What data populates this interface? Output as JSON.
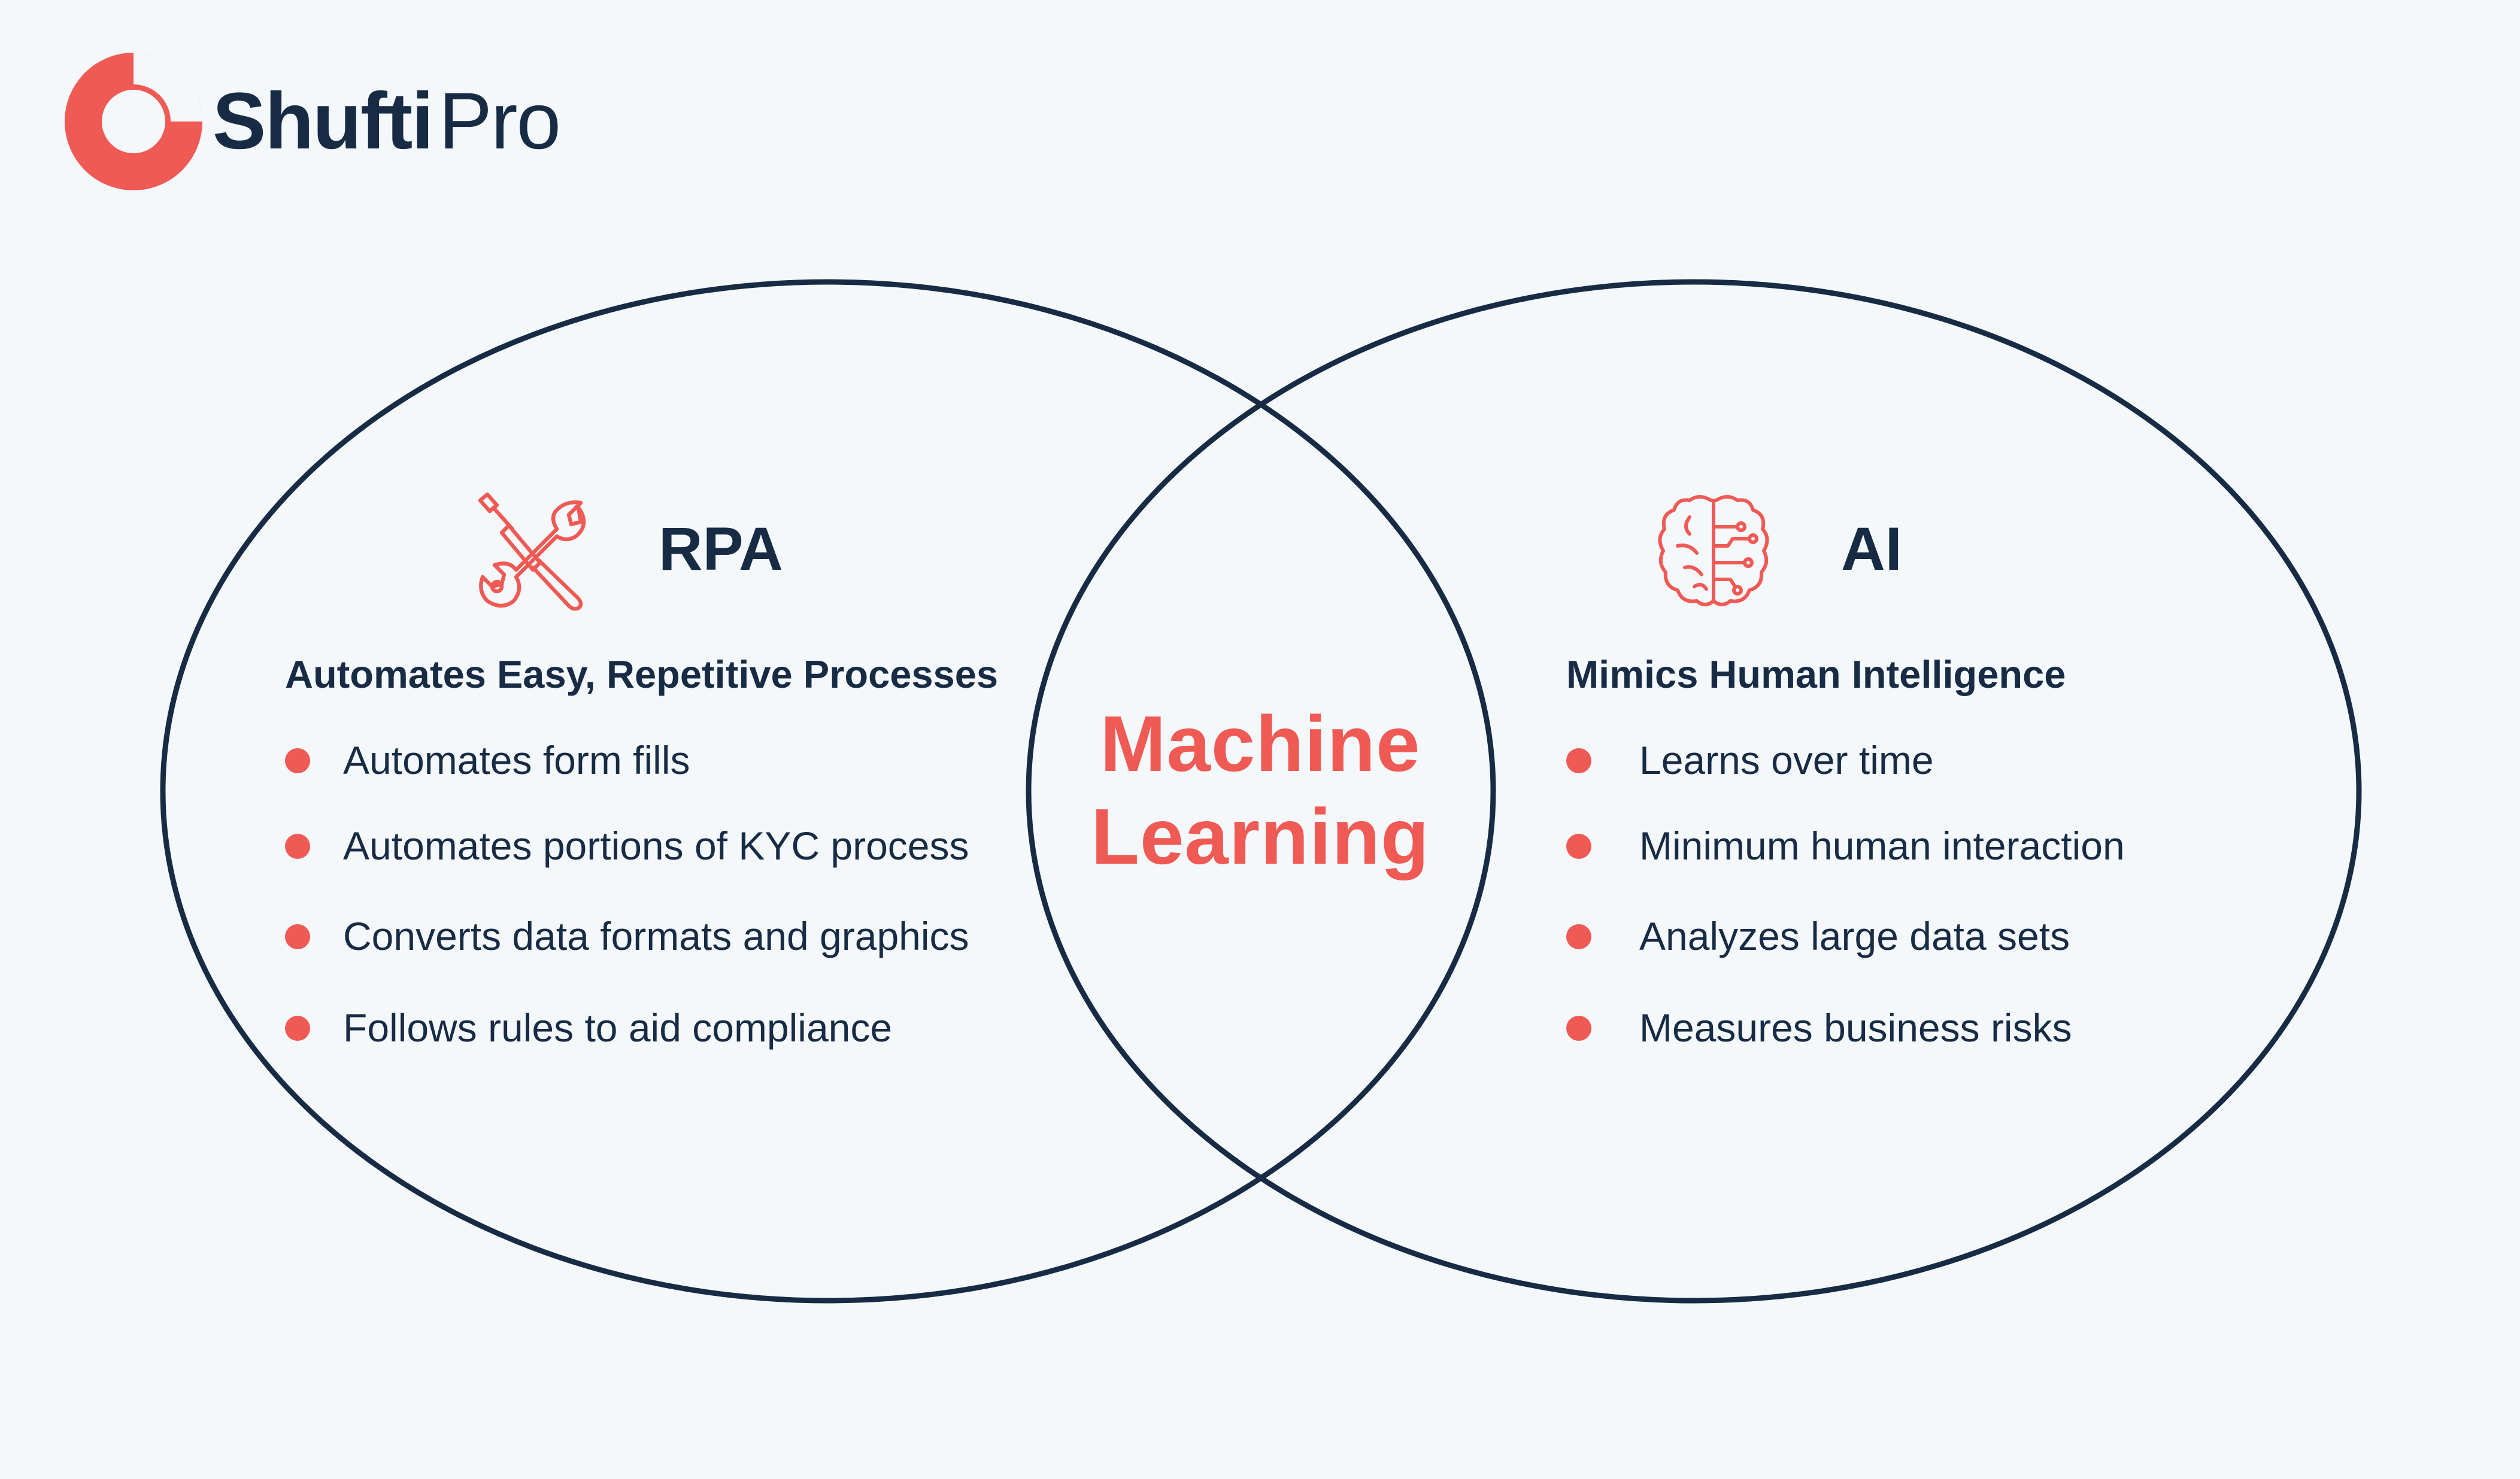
{
  "brand": {
    "name_bold": "Shufti",
    "name_light": "Pro",
    "accent_color": "#ef5a55",
    "text_color": "#172b45"
  },
  "diagram": {
    "type": "venn",
    "left_set": {
      "title": "RPA",
      "icon": "tools-icon",
      "subtitle": "Automates Easy, Repetitive Processes",
      "items": [
        "Automates form fills",
        "Automates portions of KYC process",
        "Converts data formats and graphics",
        "Follows rules to aid compliance"
      ]
    },
    "right_set": {
      "title": "AI",
      "icon": "brain-circuit-icon",
      "subtitle": "Mimics Human Intelligence",
      "items": [
        "Learns over time",
        "Minimum human interaction",
        "Analyzes large data sets",
        "Measures business risks"
      ]
    },
    "intersection": {
      "line1": "Machine",
      "line2": "Learning"
    },
    "outline_color": "#172b45",
    "background_color": "#f4f8fb"
  }
}
